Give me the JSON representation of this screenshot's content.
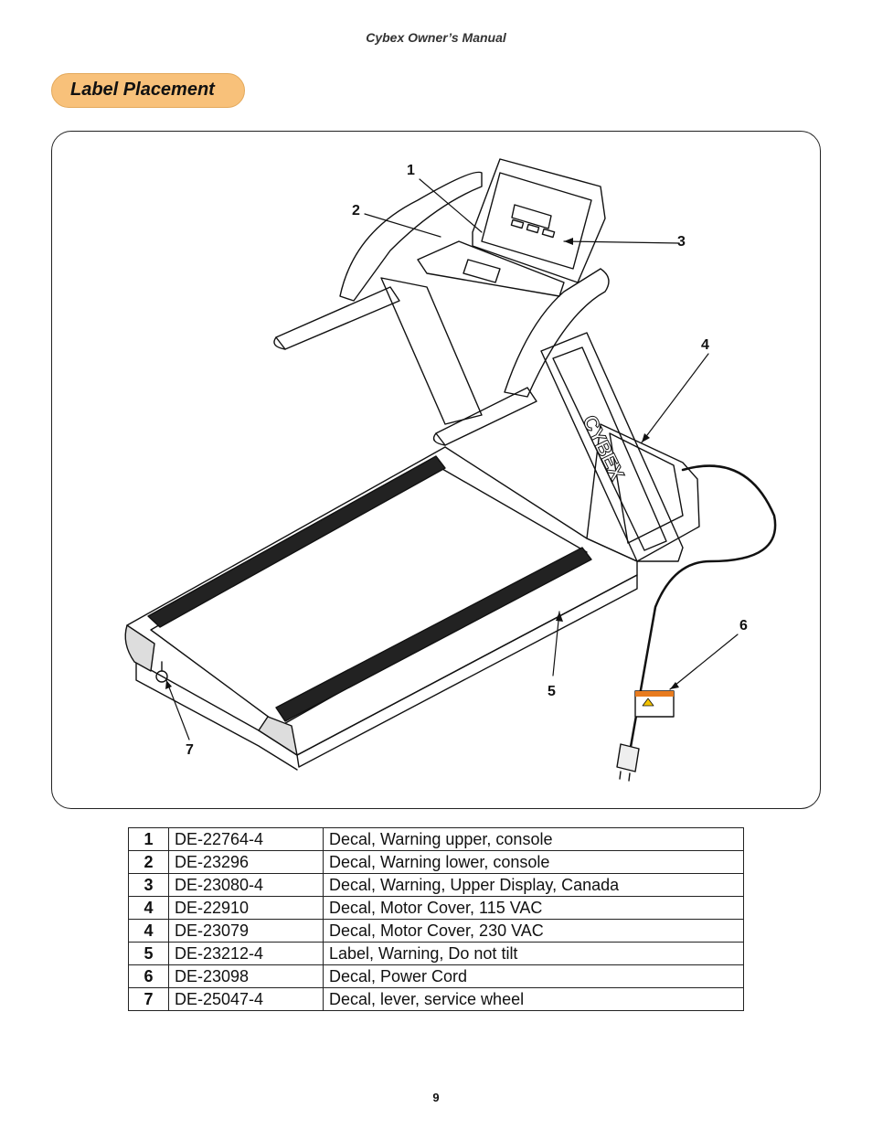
{
  "header": {
    "title": "Cybex Owner’s Manual"
  },
  "section": {
    "title": "Label Placement"
  },
  "figure": {
    "brand_text": "CYBEX",
    "callouts": [
      "1",
      "2",
      "3",
      "4",
      "5",
      "6",
      "7"
    ]
  },
  "parts_table": {
    "rows": [
      {
        "num": "1",
        "code": "DE-22764-4",
        "description": "Decal, Warning upper, console"
      },
      {
        "num": "2",
        "code": "DE-23296",
        "description": "Decal, Warning lower, console"
      },
      {
        "num": "3",
        "code": "DE-23080-4",
        "description": "Decal, Warning, Upper Display, Canada"
      },
      {
        "num": "4",
        "code": "DE-22910",
        "description": "Decal, Motor Cover, 115 VAC"
      },
      {
        "num": "4",
        "code": "DE-23079",
        "description": "Decal, Motor Cover, 230 VAC"
      },
      {
        "num": "5",
        "code": "DE-23212-4",
        "description": "Label, Warning, Do not tilt"
      },
      {
        "num": "6",
        "code": "DE-23098",
        "description": "Decal, Power Cord"
      },
      {
        "num": "7",
        "code": "DE-25047-4",
        "description": "Decal, lever, service wheel"
      }
    ]
  },
  "footer": {
    "page_number": "9"
  }
}
